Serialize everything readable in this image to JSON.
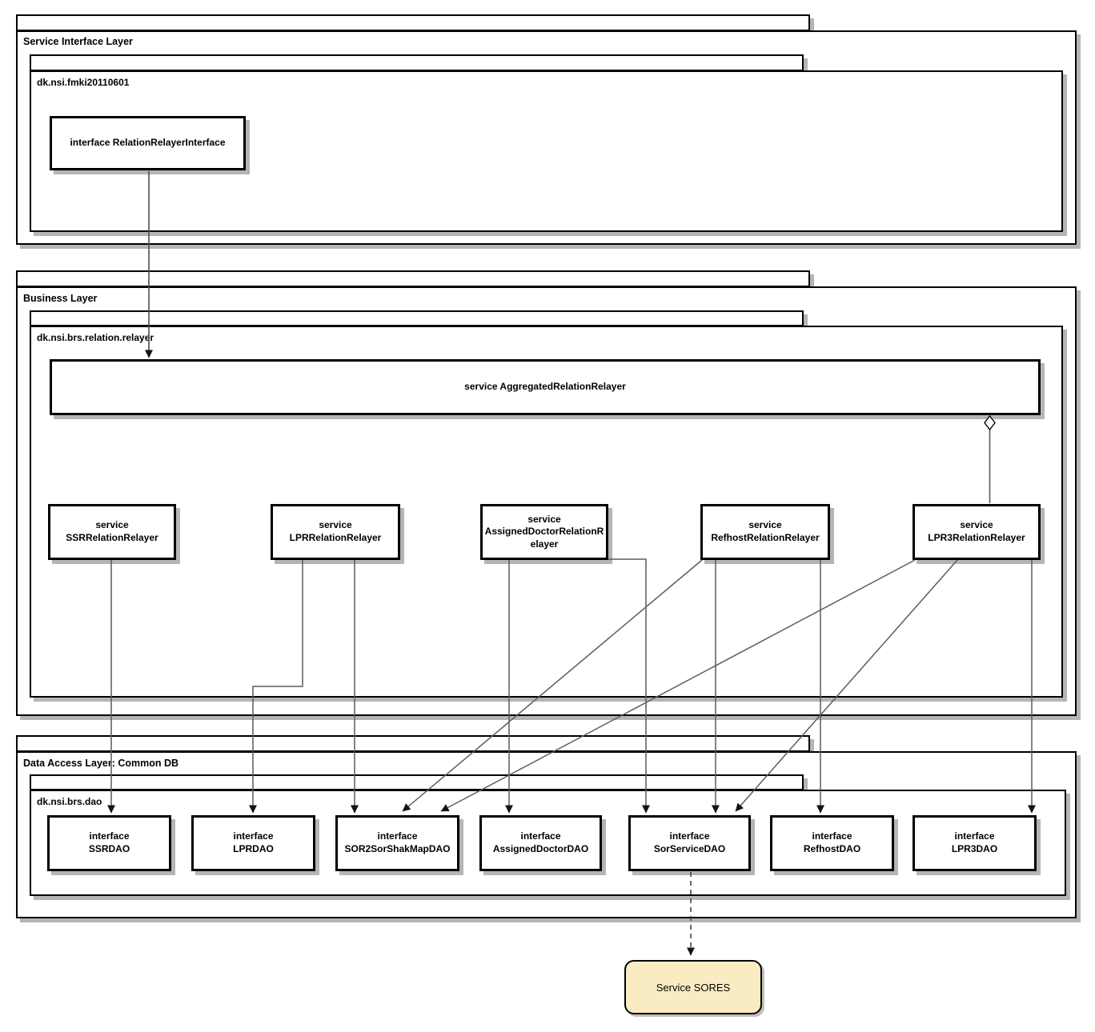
{
  "layers": {
    "service_interface": {
      "title": "Service Interface Layer",
      "package": "dk.nsi.fmki20110601",
      "interface_box": {
        "label": "interface RelationRelayerInterface"
      }
    },
    "business": {
      "title": "Business Layer",
      "package": "dk.nsi.brs.relation.relayer",
      "aggregated_service": {
        "label": "service AggregatedRelationRelayer"
      },
      "services": [
        {
          "stereotype": "service",
          "name": "SSRRelationRelayer"
        },
        {
          "stereotype": "service",
          "name": "LPRRelationRelayer"
        },
        {
          "stereotype": "service",
          "name": "AssignedDoctorRelationRelayer"
        },
        {
          "stereotype": "service",
          "name": "RefhostRelationRelayer"
        },
        {
          "stereotype": "service",
          "name": "LPR3RelationRelayer"
        }
      ]
    },
    "data_access": {
      "title": "Data Access Layer: Common DB",
      "package": "dk.nsi.brs.dao",
      "interfaces": [
        {
          "stereotype": "interface",
          "name": "SSRDAO"
        },
        {
          "stereotype": "interface",
          "name": "LPRDAO"
        },
        {
          "stereotype": "interface",
          "name": "SOR2SorShakMapDAO"
        },
        {
          "stereotype": "interface",
          "name": "AssignedDoctorDAO"
        },
        {
          "stereotype": "interface",
          "name": "SorServiceDAO"
        },
        {
          "stereotype": "interface",
          "name": "RefhostDAO"
        },
        {
          "stereotype": "interface",
          "name": "LPR3DAO"
        }
      ]
    }
  },
  "external_system": {
    "label": "Service SORES",
    "fill_color": "#faecc2"
  },
  "edges": [
    {
      "from": "RelationRelayerInterface",
      "to": "AggregatedRelationRelayer",
      "style": "solid-arrow"
    },
    {
      "from": "AggregatedRelationRelayer",
      "to": "LPR3RelationRelayer",
      "style": "aggregation"
    },
    {
      "from": "SSRRelationRelayer",
      "to": "SSRDAO",
      "style": "solid-arrow"
    },
    {
      "from": "LPRRelationRelayer",
      "to": "LPRDAO",
      "style": "solid-arrow"
    },
    {
      "from": "LPRRelationRelayer",
      "to": "SOR2SorShakMapDAO",
      "style": "solid-arrow"
    },
    {
      "from": "AssignedDoctorRelationRelayer",
      "to": "AssignedDoctorDAO",
      "style": "solid-arrow"
    },
    {
      "from": "AssignedDoctorRelationRelayer",
      "to": "SorServiceDAO",
      "style": "solid-arrow"
    },
    {
      "from": "RefhostRelationRelayer",
      "to": "SOR2SorShakMapDAO",
      "style": "solid-arrow"
    },
    {
      "from": "RefhostRelationRelayer",
      "to": "SorServiceDAO",
      "style": "solid-arrow"
    },
    {
      "from": "RefhostRelationRelayer",
      "to": "RefhostDAO",
      "style": "solid-arrow"
    },
    {
      "from": "LPR3RelationRelayer",
      "to": "SOR2SorShakMapDAO",
      "style": "solid-arrow"
    },
    {
      "from": "LPR3RelationRelayer",
      "to": "SorServiceDAO",
      "style": "solid-arrow"
    },
    {
      "from": "LPR3RelationRelayer",
      "to": "LPR3DAO",
      "style": "solid-arrow"
    },
    {
      "from": "SorServiceDAO",
      "to": "Service SORES",
      "style": "dashed-arrow"
    }
  ],
  "colors": {
    "node_fill": "#ffffff",
    "border": "#000000",
    "connector": "#5c5c5c",
    "shadow": "#b5b5b5",
    "external_fill": "#faecc2"
  }
}
